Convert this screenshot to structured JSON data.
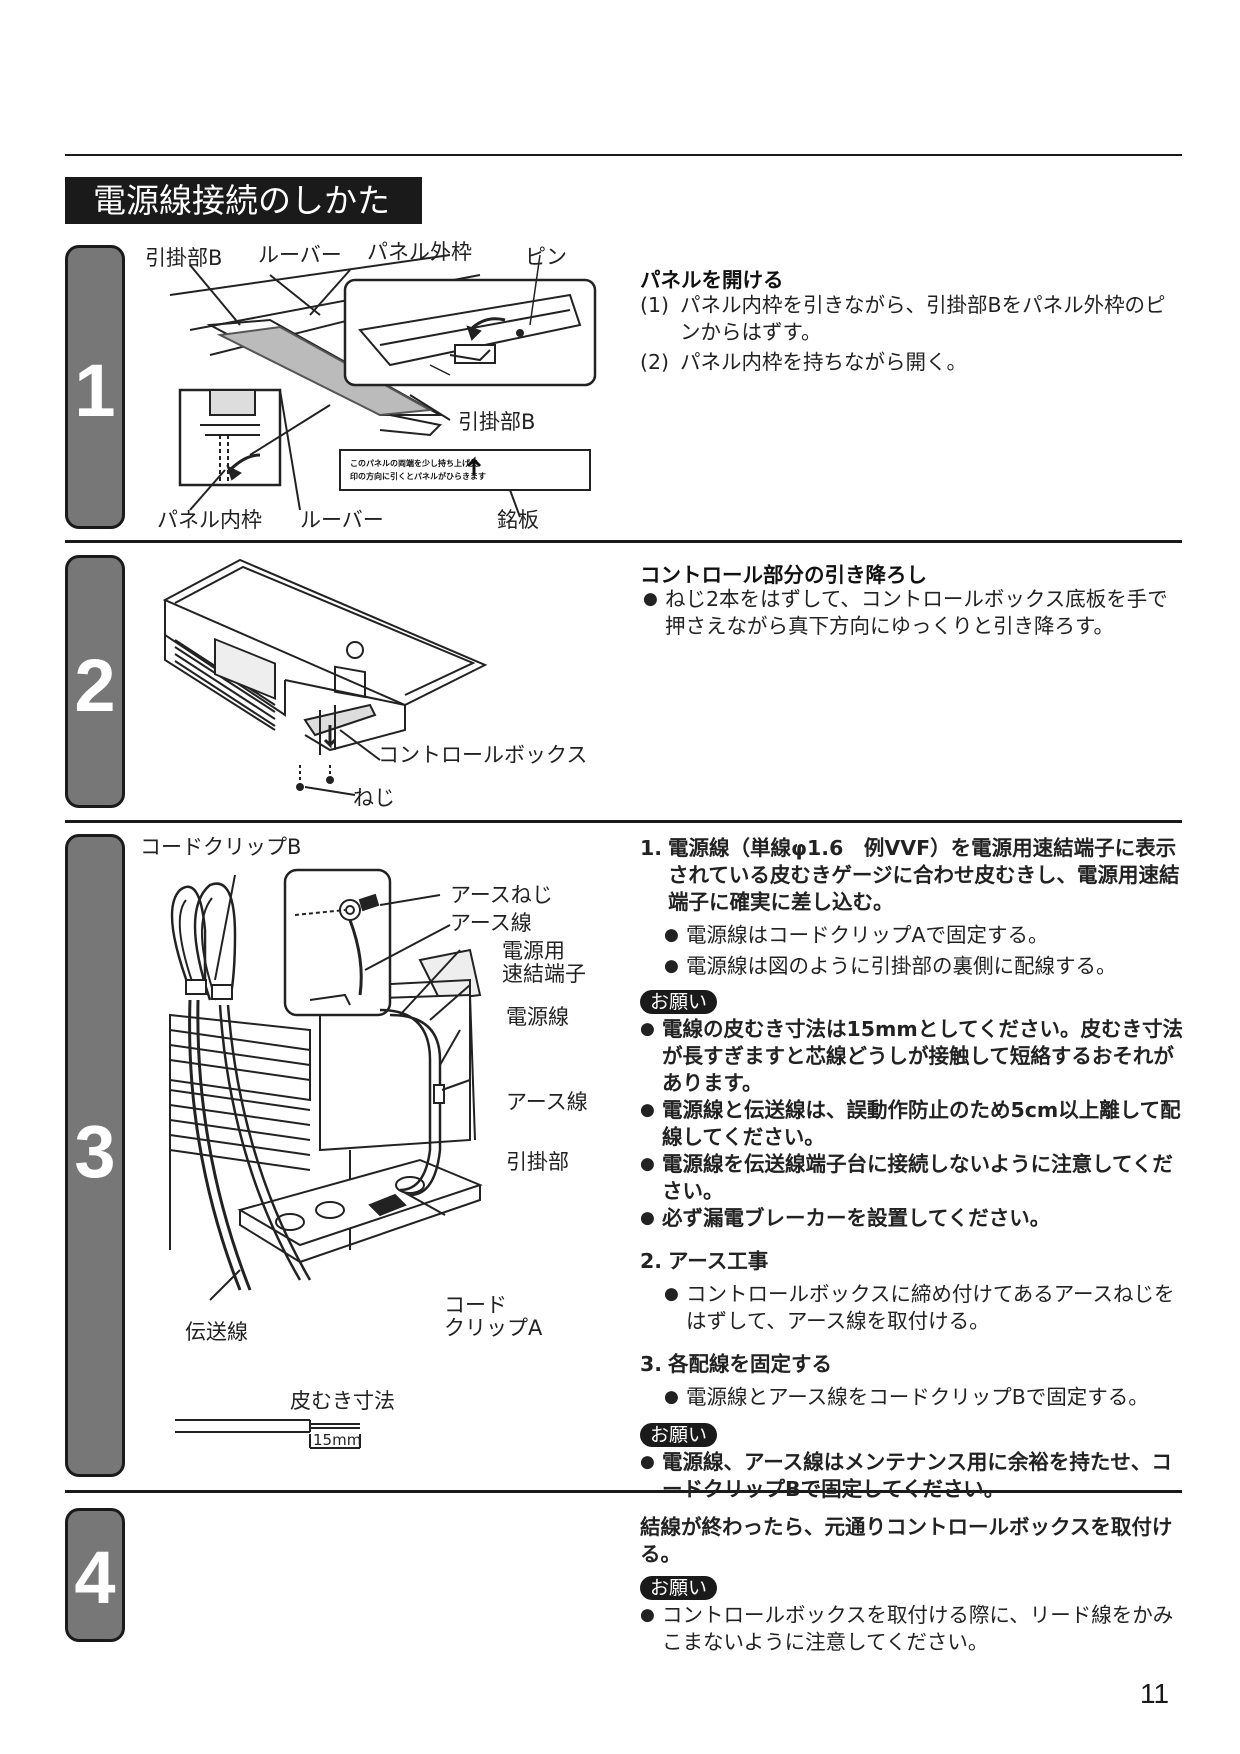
{
  "header": {
    "title": "電源線接続のしかた"
  },
  "steps": [
    {
      "number": "1"
    },
    {
      "number": "2"
    },
    {
      "number": "3"
    },
    {
      "number": "4"
    }
  ],
  "step1": {
    "labels": {
      "hook_b_top": "引掛部B",
      "louver_top": "ルーバー",
      "panel_outer": "パネル外枠",
      "pin": "ピン",
      "hook_b_mid": "引掛部B",
      "panel_inner": "パネル内枠",
      "louver_bottom": "ルーバー",
      "nameplate": "銘板"
    },
    "nameplate_text": [
      "このパネルの両端を少し持ち上げ矢",
      "印の方向に引くとパネルがひらきます"
    ],
    "heading": "パネルを開ける",
    "items": [
      {
        "num": "(1)",
        "text": "パネル内枠を引きながら、引掛部Bをパネル外枠のピンからはずす。"
      },
      {
        "num": "(2)",
        "text": "パネル内枠を持ちながら開く。"
      }
    ]
  },
  "step2": {
    "labels": {
      "control_box": "コントロールボックス",
      "screw": "ねじ"
    },
    "heading": "コントロール部分の引き降ろし",
    "bullet": "ねじ2本をはずして、コントロールボックス底板を手で押さえながら真下方向にゆっくりと引き降ろす。"
  },
  "step3": {
    "labels": {
      "cord_clip_b": "コードクリップB",
      "earth_screw": "アースねじ",
      "earth_wire_top": "アース線",
      "power_terminal_1": "電源用",
      "power_terminal_2": "速結端子",
      "power_wire": "電源線",
      "earth_wire_mid": "アース線",
      "hook": "引掛部",
      "cord_clip_a_1": "コード",
      "cord_clip_a_2": "クリップA",
      "signal_wire": "伝送線",
      "strip_length": "皮むき寸法",
      "strip_mm": "15mm"
    },
    "item1_num": "1.",
    "item1": "電源線（単線φ1.6　例VVF）を電源用速結端子に表示されている皮むきゲージに合わせ皮むきし、電源用速結端子に確実に差し込む。",
    "item1_bullets": [
      "電源線はコードクリップAで固定する。",
      "電源線は図のように引掛部の裏側に配線する。"
    ],
    "onegai1": "お願い",
    "onegai1_bullets": [
      "電線の皮むき寸法は15mmとしてください。皮むき寸法が長すぎますと芯線どうしが接触して短絡するおそれがあります。",
      "電源線と伝送線は、誤動作防止のため5cm以上離して配線してください。",
      "電源線を伝送線端子台に接続しないように注意してください。",
      "必ず漏電ブレーカーを設置してください。"
    ],
    "item2_num": "2.",
    "item2": "アース工事",
    "item2_bullet": "コントロールボックスに締め付けてあるアースねじをはずして、アース線を取付ける。",
    "item3_num": "3.",
    "item3": "各配線を固定する",
    "item3_bullet": "電源線とアース線をコードクリップBで固定する。",
    "onegai2": "お願い",
    "onegai2_bullet": "電源線、アース線はメンテナンス用に余裕を持たせ、コードクリップBで固定してください。"
  },
  "step4": {
    "heading": "結線が終わったら、元通りコントロールボックスを取付ける。",
    "onegai": "お願い",
    "bullet": "コントロールボックスを取付ける際に、リード線をかみこまないように注意してください。"
  },
  "page_number": "11"
}
